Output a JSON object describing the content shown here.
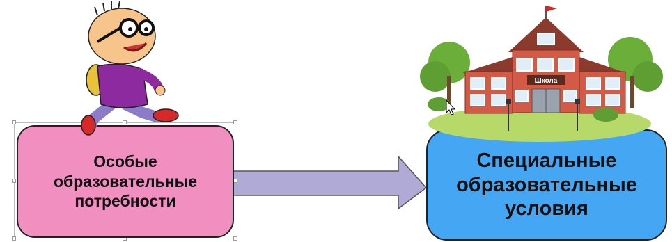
{
  "left_box": {
    "lines": [
      "Особые",
      "образовательные",
      "потребности"
    ],
    "fill": "#f08fc0"
  },
  "right_box": {
    "lines": [
      "Специальные",
      "образовательные",
      "условия"
    ],
    "fill": "#45a7f3"
  },
  "arrow": {
    "fill": "#b0aad6"
  },
  "school_sign": "Школа",
  "icons": [
    "boy-character-icon",
    "school-building-icon",
    "move-cursor-icon"
  ]
}
